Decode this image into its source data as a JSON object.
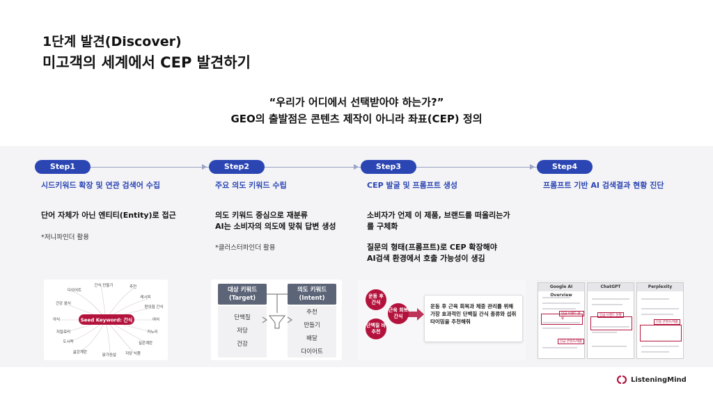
{
  "header": {
    "title_line1": "1단계 발견(Discover)",
    "title_line2": "미고객의 세계에서 CEP 발견하기"
  },
  "quote": {
    "line1": "“우리가 어디에서 선택받아야 하는가?”",
    "line2": "GEO의 출발점은 콘텐츠 제작이 아니라 좌표(CEP) 정의"
  },
  "steps": [
    {
      "label": "Step1",
      "heading": "시드키워드 확장 및 연관 검색어 수집",
      "text_lines": [
        "단어 자체가 아닌 엔티티(Entity)로 접근"
      ],
      "note": "*저니파인더 활용"
    },
    {
      "label": "Step2",
      "heading": "주요 의도 키워드 수립",
      "text_lines": [
        "의도 키워드 중심으로 재분류",
        "AI는 소비자의 의도에 맞춰 답변 생성"
      ],
      "note": "*클러스터파인더 활용"
    },
    {
      "label": "Step3",
      "heading": "CEP 발굴 및 프롬프트 생성",
      "text_lines": [
        "소비자가 언제 이 제품, 브랜드를 떠올리는가",
        "를 구체화"
      ],
      "text_lines2": [
        "질문의 형태(프롬프트)로 CEP 확장해야",
        "AI검색 환경에서 호출 가능성이 생김"
      ]
    },
    {
      "label": "Step4",
      "heading": "프롬프트 기반 AI 검색결과 현황 진단"
    }
  ],
  "card1": {
    "center": "Seed Keyword: 간식",
    "nodes": [
      "간식 만들기",
      "추천",
      "다이어트",
      "레시피",
      "건강 음식",
      "편의점 간식",
      "야식",
      "여식",
      "저칼로리",
      "카노리",
      "도시락",
      "실온계란",
      "삶은계란",
      "닭가슴살",
      "저당 식품"
    ]
  },
  "card2": {
    "left_header": "대상 키워드\n(Target)",
    "right_header": "의도 키워드\n(Intent)",
    "left_items": [
      "단백질",
      "저당",
      "건강"
    ],
    "right_items": [
      "추천",
      "만들기",
      "배달",
      "다이어트"
    ]
  },
  "card3": {
    "circles": [
      "운동 후\n간식",
      "근육 회복\n간식",
      "단백질 바\n추천"
    ],
    "prompt": "운동 후 근육 회복과 체중 관리를 위해 가장 효과적인 단백질 간식 종류와 섭취 타이밍을 추천해줘"
  },
  "card4": {
    "panels": [
      "Google AI Overview",
      "ChatGPT",
      "Perplexity"
    ],
    "tags": [
      "인급 브랜드 한류",
      "인급 브랜드 현황",
      "인급 콘텐츠/제품",
      "인용 콘텐츠/제품"
    ]
  },
  "logo": {
    "text": "ListeningMind"
  },
  "colors": {
    "accent": "#2b45b3",
    "brand_red": "#b3123c"
  }
}
